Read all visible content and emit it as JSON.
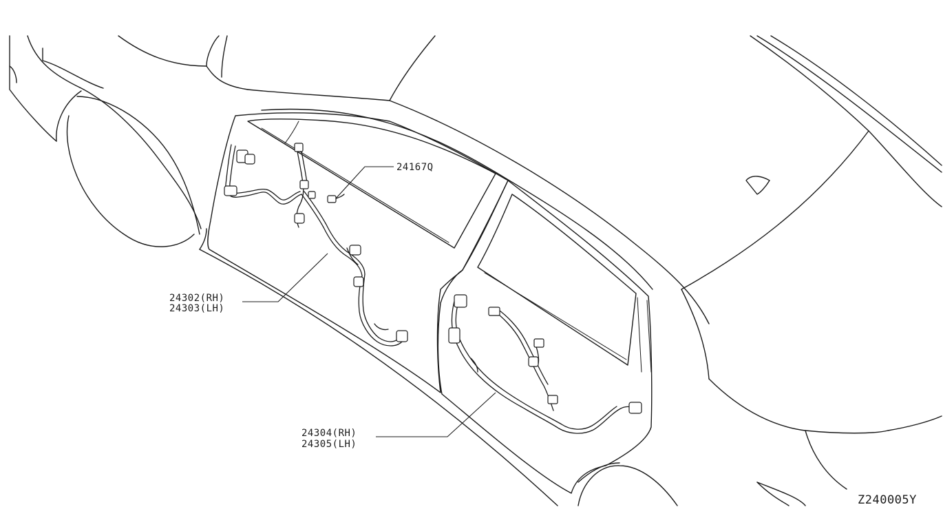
{
  "callouts": [
    {
      "id": "front-door-connector",
      "lines": [
        "24167Q"
      ]
    },
    {
      "id": "front-door-harness",
      "lines": [
        "24302(RH)",
        "24303(LH)"
      ]
    },
    {
      "id": "rear-door-harness",
      "lines": [
        "24304(RH)",
        "24305(LH)"
      ]
    }
  ],
  "diagram_code": "Z240005Y"
}
